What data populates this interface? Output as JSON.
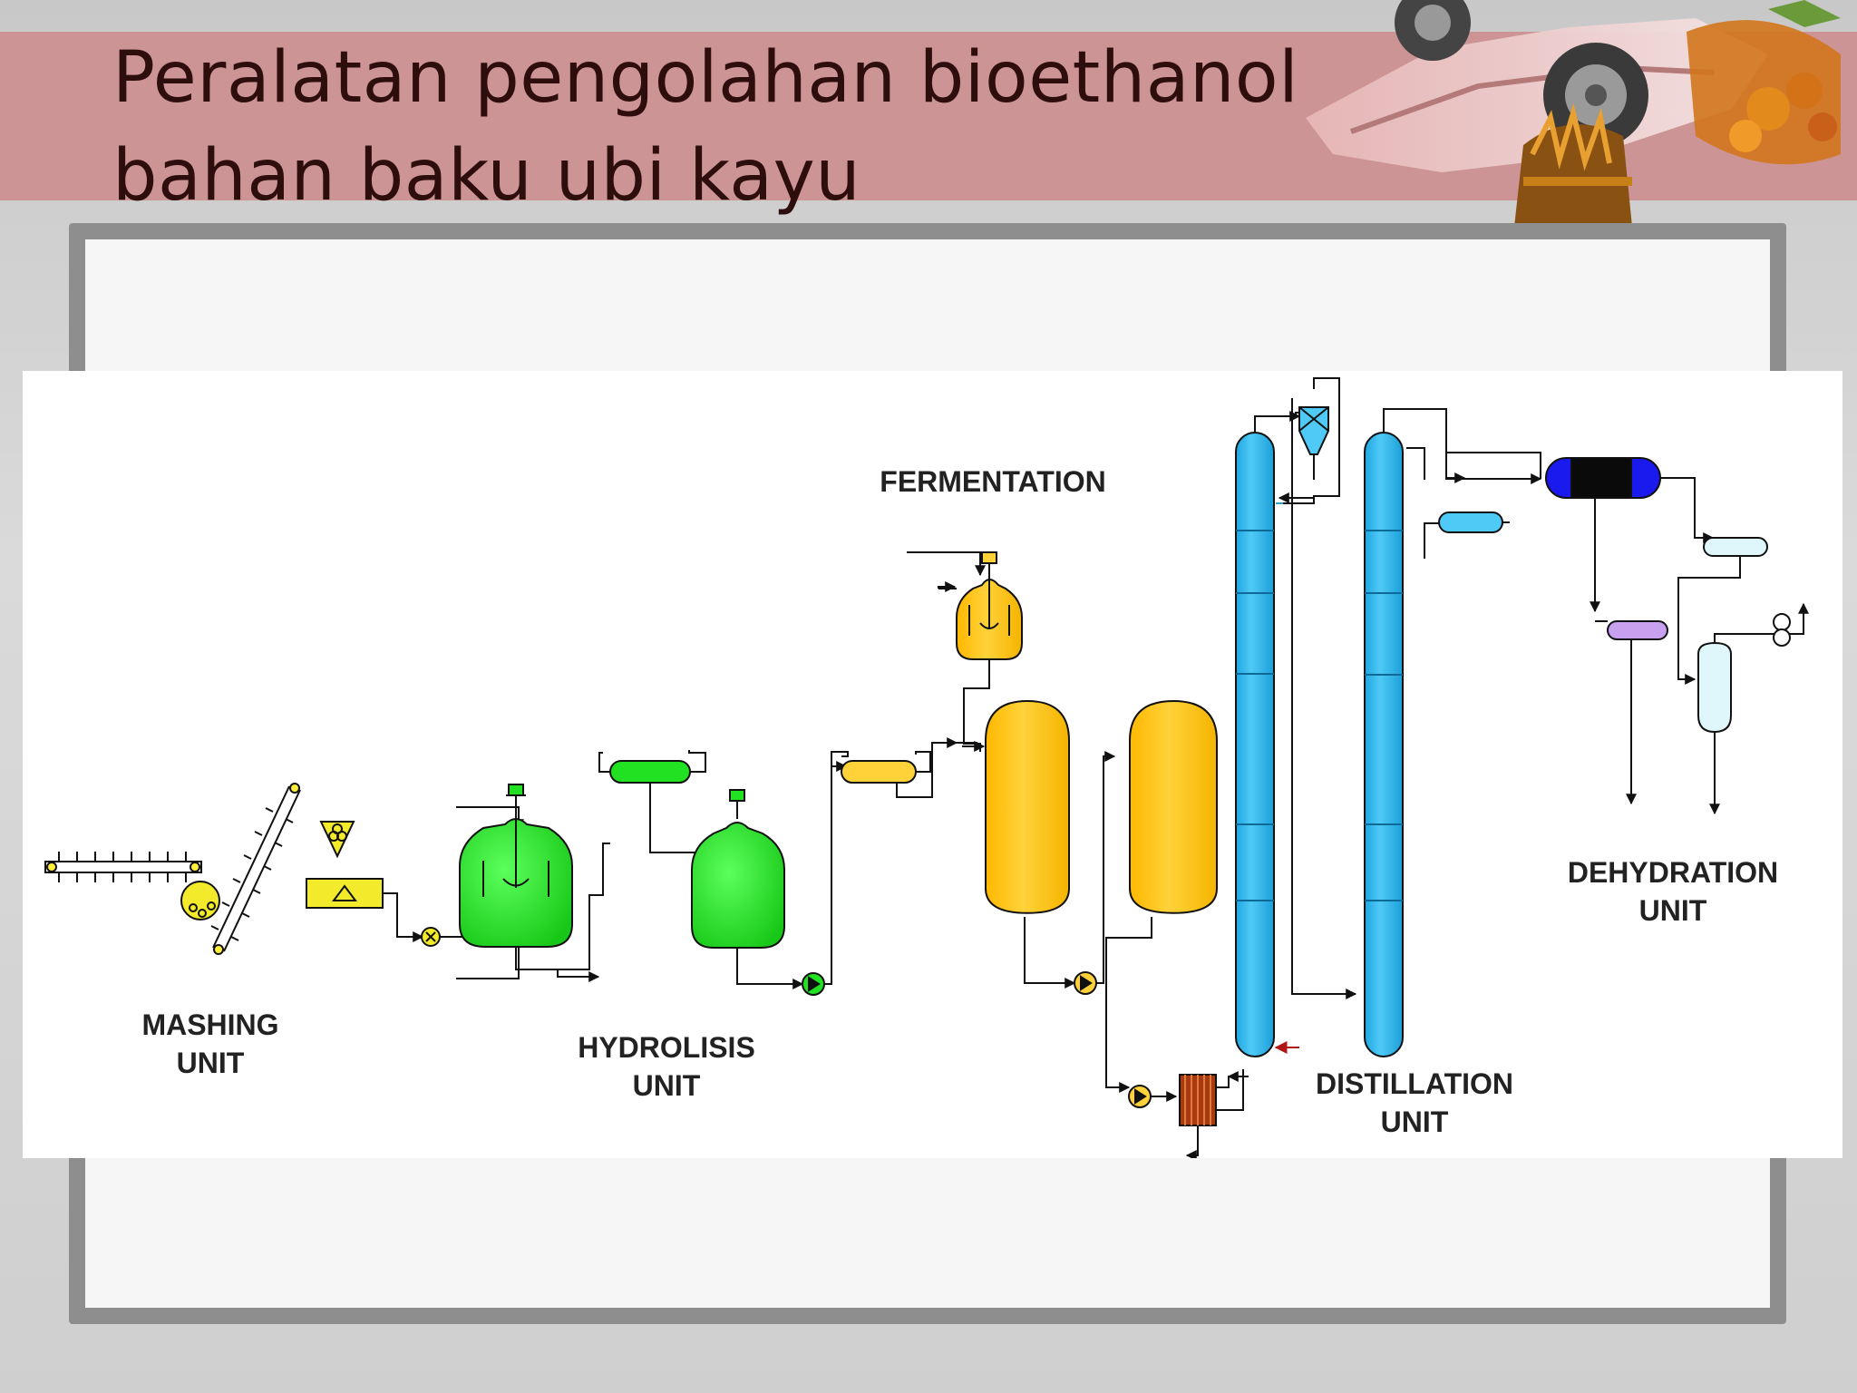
{
  "slide": {
    "title_line1": "Peralatan pengolahan bioethanol",
    "title_line2": "bahan baku ubi kayu"
  },
  "diagram": {
    "labels": {
      "mashing_line1": "MASHING",
      "mashing_line2": "UNIT",
      "hydrolisis_line1": "HYDROLISIS",
      "hydrolisis_line2": "UNIT",
      "fermentation": "FERMENTATION",
      "distillation_line1": "DISTILLATION",
      "distillation_line2": "UNIT",
      "dehydration_line1": "DEHYDRATION",
      "dehydration_line2": "UNIT"
    },
    "colors": {
      "mashing": "#f2ea2a",
      "hydrolisis": "#22e022",
      "fermentation": "#ffc80a",
      "distillation": "#26b4ec",
      "dehydration_mixer": "#1a1aee",
      "dehydration_purple": "#c8a0f0",
      "dehydration_light": "#dff6fb",
      "heat_exchanger": "#a83a12",
      "header_band": "#cc9494"
    }
  }
}
